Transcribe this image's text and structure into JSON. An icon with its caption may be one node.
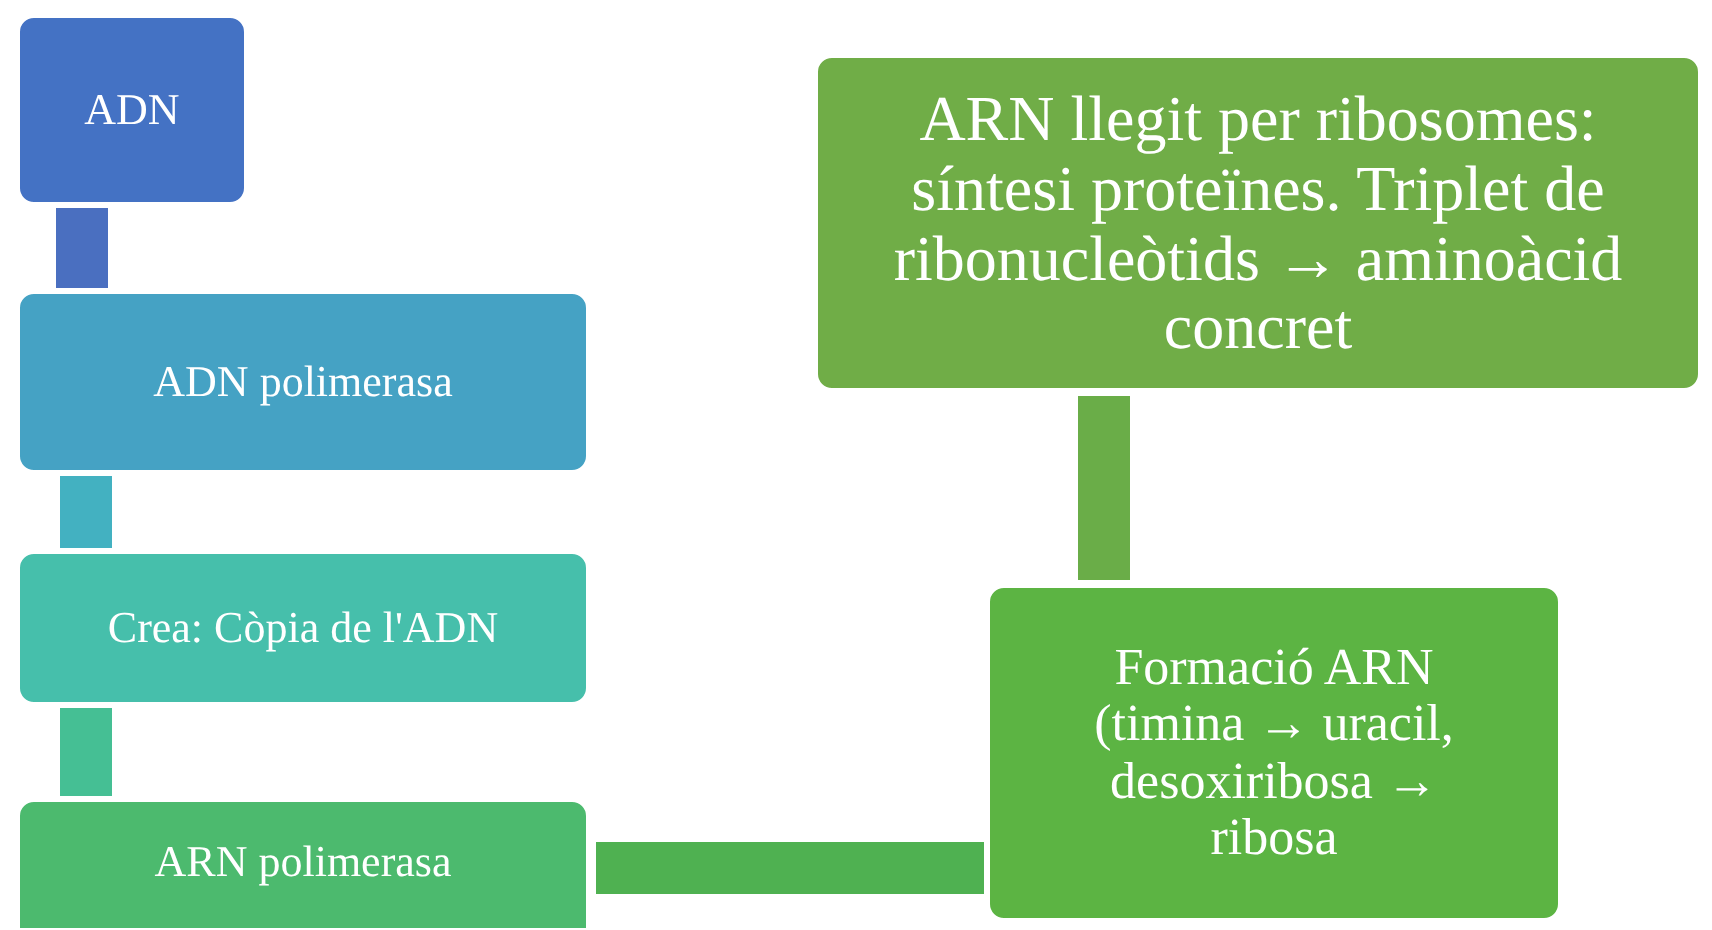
{
  "diagram": {
    "nodes": [
      {
        "text": [
          "ADN"
        ]
      },
      {
        "text": [
          "ADN polimerasa"
        ]
      },
      {
        "text": [
          "Crea: Còpia de l'ADN"
        ]
      },
      {
        "text": [
          "ARN polimerasa"
        ]
      },
      {
        "text": [
          "Formació ARN (timina → uracil, desoxiribosa → ribosa"
        ]
      },
      {
        "text": [
          "ARN llegit per ribosomes: síntesi proteïnes. Triplet de ribonucleòtids → aminoàcid concret"
        ]
      }
    ],
    "edges": [
      {
        "from": 0,
        "to": 1,
        "arrow": "none",
        "color": "#4a6fc0"
      },
      {
        "from": 1,
        "to": 2,
        "arrow": "none",
        "color": "#43b1c1"
      },
      {
        "from": 2,
        "to": 3,
        "arrow": "none",
        "color": "#45bf94"
      },
      {
        "from": 3,
        "to": 4,
        "arrow": "none",
        "color": "#4fb151"
      },
      {
        "from": 4,
        "to": 5,
        "arrow": "none",
        "color": "#6aad48"
      }
    ]
  }
}
